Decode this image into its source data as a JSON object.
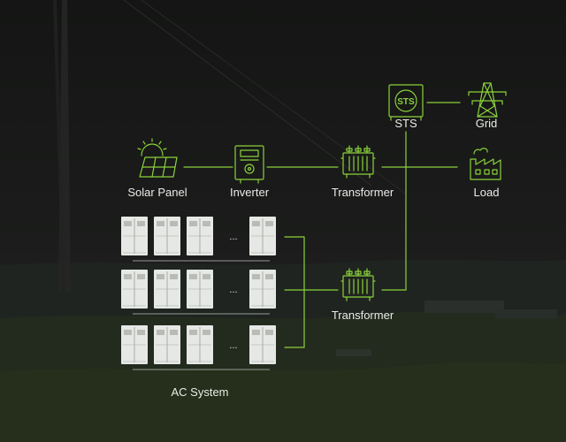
{
  "labels": {
    "solar_panel": "Solar Panel",
    "inverter": "Inverter",
    "transformer_top": "Transformer",
    "transformer_bottom": "Transformer",
    "sts": "STS",
    "grid": "Grid",
    "load": "Load",
    "ac_system": "AC System",
    "sts_badge": "STS",
    "ellipsis": "..."
  },
  "colors": {
    "accent": "#8bd13b",
    "cabinet": "#e6e8e5",
    "text": "#e9ece6",
    "background": "#1a1b1a"
  },
  "icons": {
    "solar_panel": "solar-panel-icon",
    "inverter": "inverter-icon",
    "transformer": "transformer-icon",
    "sts": "sts-icon",
    "grid": "grid-tower-icon",
    "load": "factory-icon"
  }
}
